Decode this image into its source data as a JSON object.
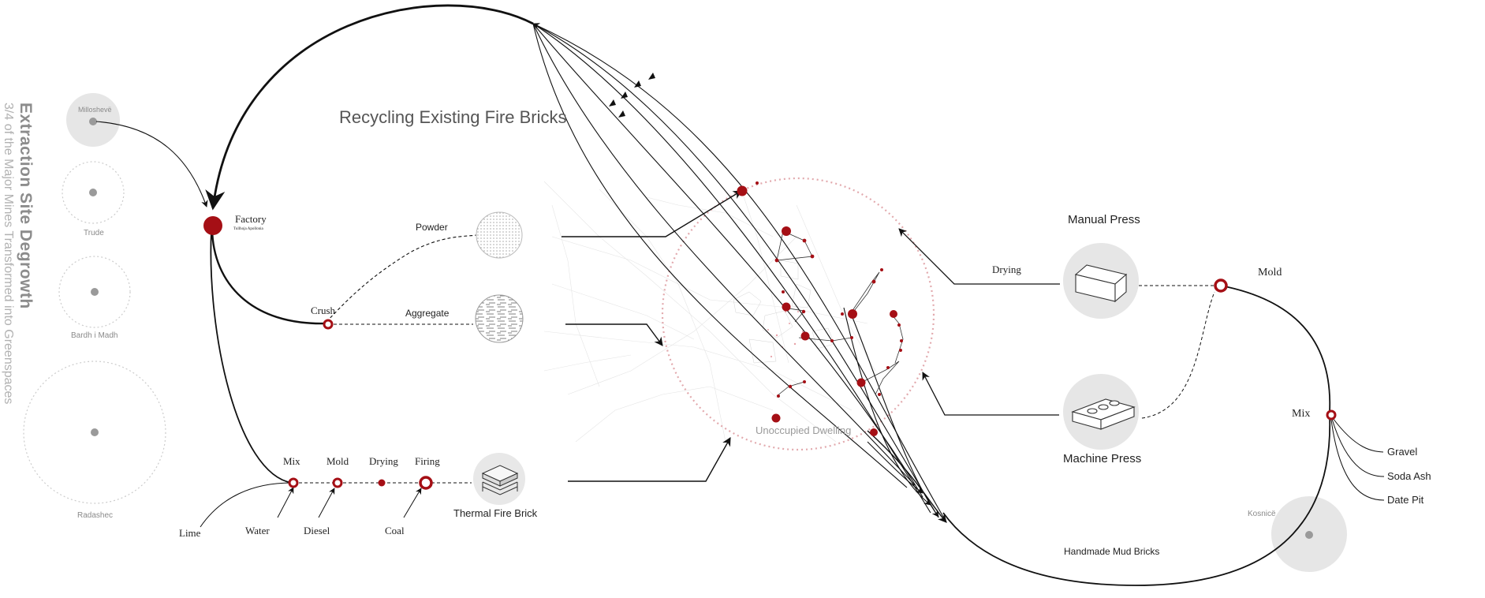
{
  "side_title": {
    "line1": "Extraction Site Degrowth",
    "line2": "3/4 of the Major Mines Transformed into Greenspaces"
  },
  "main_title": "Recycling Existing Fire Bricks",
  "mines": [
    "Milloshevë",
    "Trude",
    "Bardh i Madh",
    "Radashec",
    "Kosnicë"
  ],
  "factory": {
    "label": "Factory",
    "sublabel": "Tullhoja Apollonia"
  },
  "crush": "Crush",
  "powder": "Powder",
  "aggregate": "Aggregate",
  "fire_brick_process": {
    "steps": [
      "Mix",
      "Mold",
      "Drying",
      "Firing"
    ],
    "inputs": [
      "Lime",
      "Water",
      "Diesel",
      "Coal"
    ],
    "product": "Thermal Fire Brick"
  },
  "map": {
    "label": "Unoccupied Dwelling"
  },
  "mud_brick_process": {
    "manual_press": "Manual Press",
    "machine_press": "Machine Press",
    "drying": "Drying",
    "mold": "Mold",
    "mix": "Mix",
    "inputs": [
      "Gravel",
      "Soda Ash",
      "Date Pit"
    ],
    "product": "Handmade Mud Bricks"
  },
  "colors": {
    "accent": "#a50f15",
    "ink": "#111111",
    "gray": "#9a9a9a",
    "mine_fill": "#e6e6e6"
  },
  "icons": [
    "mines-circle-icon",
    "brick-manual-icon",
    "brick-machine-icon",
    "fire-brick-stack-icon",
    "powder-texture-icon",
    "aggregate-texture-icon"
  ]
}
